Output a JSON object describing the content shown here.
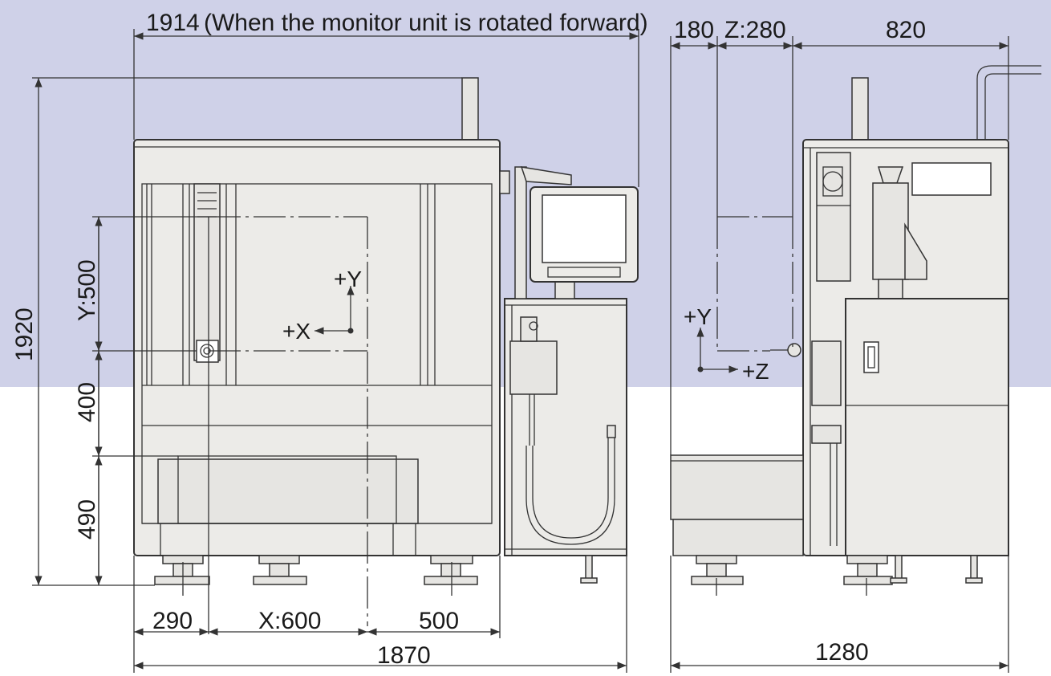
{
  "colors": {
    "band": "#cfd1e8",
    "machine_fill": "#ecebe8",
    "line": "#333333"
  },
  "front_view": {
    "dim_top": "1914",
    "dim_top_note": "(When the monitor unit is rotated forward)",
    "dim_height": "1920",
    "dim_stroke_y": "Y:500",
    "dim_base_upper": "400",
    "dim_base_lower": "490",
    "dim_left_offset": "290",
    "dim_stroke_x": "X:600",
    "dim_right_offset": "500",
    "dim_width": "1870",
    "axis_y": "+Y",
    "axis_x": "+X"
  },
  "side_view": {
    "dim_front_offset": "180",
    "dim_stroke_z": "Z:280",
    "dim_rear": "820",
    "dim_depth": "1280",
    "axis_y": "+Y",
    "axis_z": "+Z"
  }
}
